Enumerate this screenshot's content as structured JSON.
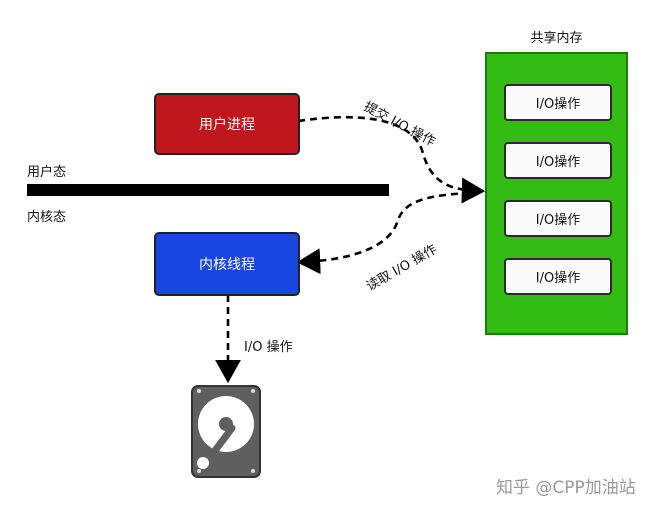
{
  "user_space_label": "用户态",
  "kernel_space_label": "内核态",
  "user_process": {
    "label": "用户进程"
  },
  "kernel_thread": {
    "label": "内核线程"
  },
  "shared_memory": {
    "title": "共享内存",
    "items": [
      "I/O操作",
      "I/O操作",
      "I/O操作",
      "I/O操作"
    ]
  },
  "arrows": {
    "submit": "提交 I/O 操作",
    "read": "读取 I/O 操作",
    "disk_io": "I/O 操作"
  },
  "watermark": "知乎 @CPP加油站",
  "colors": {
    "user_process": "#c0171e",
    "kernel_thread": "#1746e0",
    "shared_memory": "#33bc14",
    "disk": "#5f5f5f"
  }
}
